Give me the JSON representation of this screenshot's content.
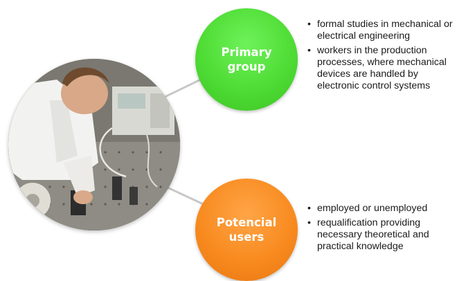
{
  "primary": {
    "title": "Primary\ngroup",
    "color": "#4fdc35",
    "items": [
      {
        "text": "formal studies in mechanical or electrical engineering"
      },
      {
        "text": "workers in the production processes, where mechanical devices are handled by electronic control systems"
      }
    ]
  },
  "potential": {
    "title": "Potencial\nusers",
    "color": "#f88b20",
    "items": [
      {
        "text": "employed or unemployed"
      },
      {
        "text": "requalification providing necessary theoretical and practical knowledge"
      }
    ]
  },
  "bullet_glyph": "•",
  "connector_color": "#c8c8c8"
}
